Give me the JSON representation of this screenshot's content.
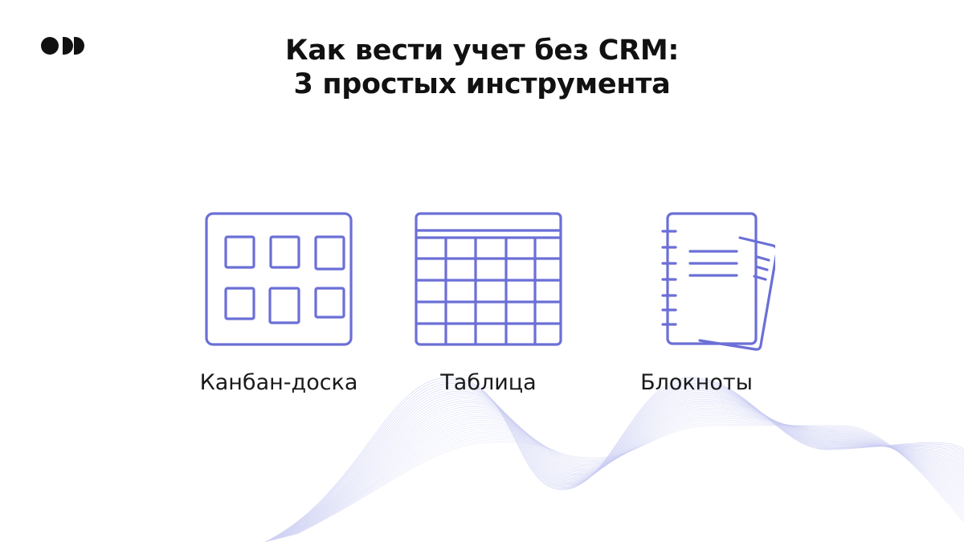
{
  "header": {
    "logo_icon": "three-dots-logo",
    "title_line_1": "Как вести учет без CRM:",
    "title_line_2": "3 простых инструмента"
  },
  "tools": [
    {
      "label": "Канбан-доска",
      "icon": "kanban-board-icon"
    },
    {
      "label": "Таблица",
      "icon": "table-icon"
    },
    {
      "label": "Блокноты",
      "icon": "notebook-icon"
    }
  ],
  "colors": {
    "accent": "#6b6fd6",
    "text": "#111111",
    "wave": "#c9ccf2"
  }
}
